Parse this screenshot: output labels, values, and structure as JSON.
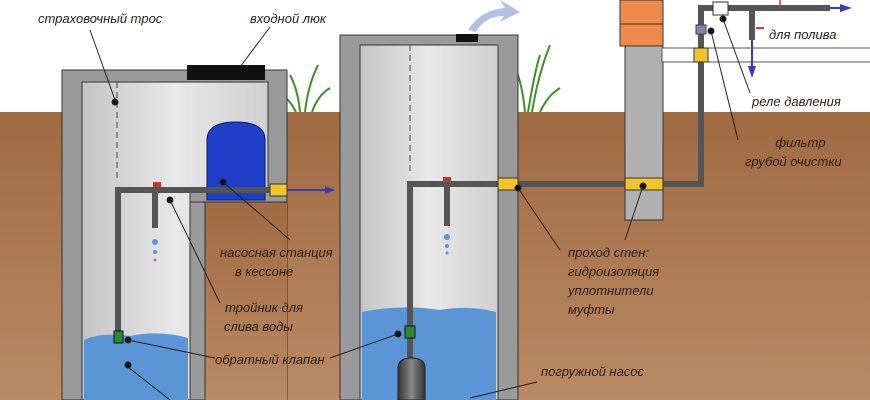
{
  "labels": {
    "safety_cable": "страховочный трос",
    "entry_hatch": "входной люк",
    "for_watering": "для полива",
    "pressure_relay": "реле давления",
    "coarse_filter_1": "фильтр",
    "coarse_filter_2": "грубой очистки",
    "pump_station_1": "насосная станция",
    "pump_station_2": "в кессоне",
    "tee_1": "тройник для",
    "tee_2": "слива воды",
    "check_valve": "обратный клапан",
    "wall_pass_1": "проход стен:",
    "wall_pass_2": "гидроизоляция",
    "wall_pass_3": "уплотнители",
    "wall_pass_4": "муфты",
    "submersible_pump": "погружной насос"
  },
  "colors": {
    "soil": "#a8734c",
    "water": "#5b95d6",
    "sleeve": "#f2c42c",
    "pipe": "#5a5a5a",
    "flow_arrow": "#3a3ab0"
  }
}
